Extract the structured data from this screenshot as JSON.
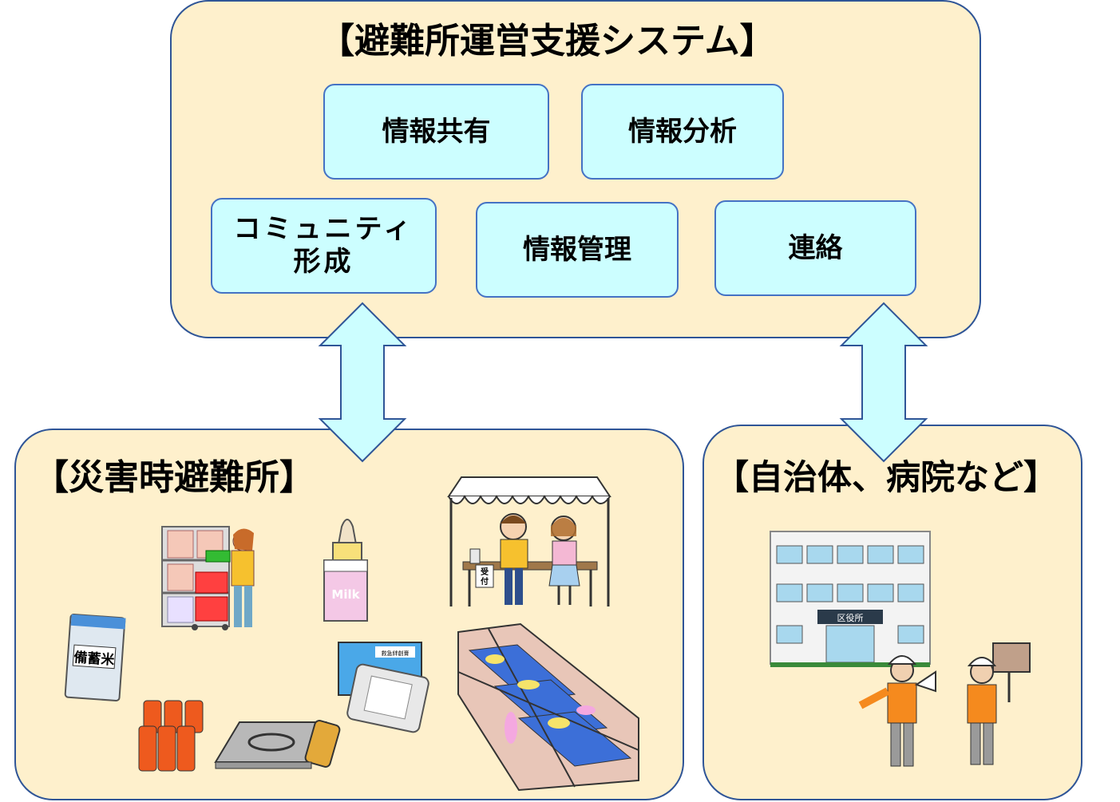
{
  "system": {
    "title": "【避難所運営支援システム】",
    "functions": {
      "sharing": "情報共有",
      "analysis": "情報分析",
      "community_line1": "コミュニティ",
      "community_line2": "形成",
      "management": "情報管理",
      "contact": "連絡"
    }
  },
  "shelter": {
    "title": "【災害時避難所】",
    "labels": {
      "rice": "備蓄米",
      "milk": "Milk",
      "reception": "受付",
      "firstaid": "救急絆創膏"
    }
  },
  "municipality": {
    "title": "【自治体、病院など】",
    "labels": {
      "ward_office": "区役所"
    }
  },
  "colors": {
    "panel_fill": "#fef0cc",
    "panel_border": "#2f5597",
    "box_fill": "#ccfeff",
    "box_border": "#4472c4",
    "arrow_fill": "#ccfeff"
  }
}
